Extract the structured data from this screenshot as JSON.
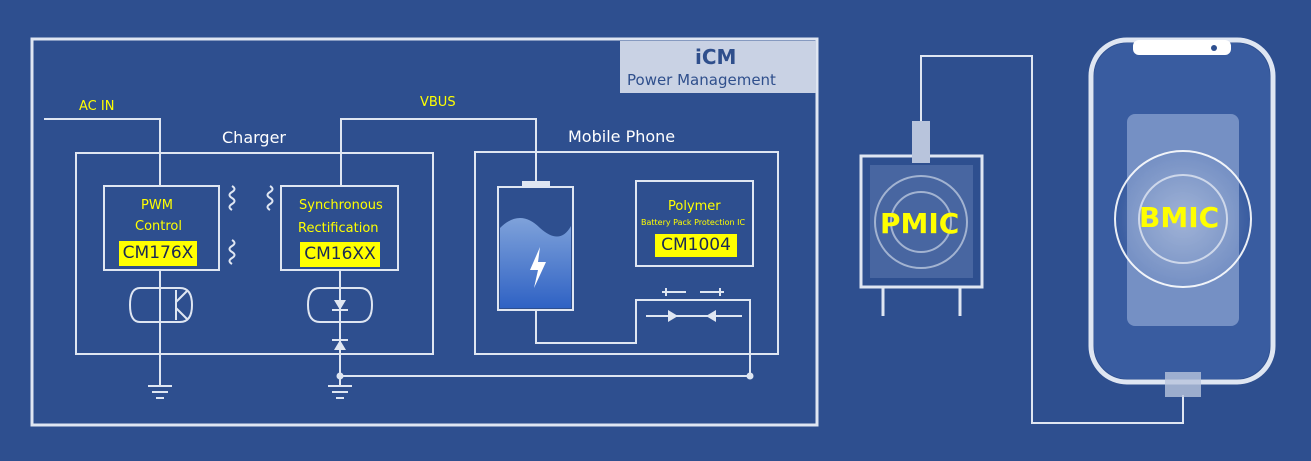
{
  "brand": {
    "title": "iCM",
    "subtitle": "Power Management"
  },
  "labels": {
    "ac_in": "AC  IN",
    "vbus": "VBUS",
    "charger": "Charger",
    "mobile_phone": "Mobile Phone"
  },
  "pwm_block": {
    "line1": "PWM",
    "line2": "Control",
    "chip": "CM176X"
  },
  "sr_block": {
    "line1": "Synchronous",
    "line2": "Rectification",
    "chip": "CM16XX"
  },
  "protect_block": {
    "line1": "Polymer",
    "line2": "Battery Pack Protection IC",
    "chip": "CM1004"
  },
  "pmic": "PMIC",
  "bmic": "BMIC",
  "colors": {
    "background": "#2e4f8f",
    "line": "#dfe6f2",
    "highlight": "#ffff00"
  }
}
